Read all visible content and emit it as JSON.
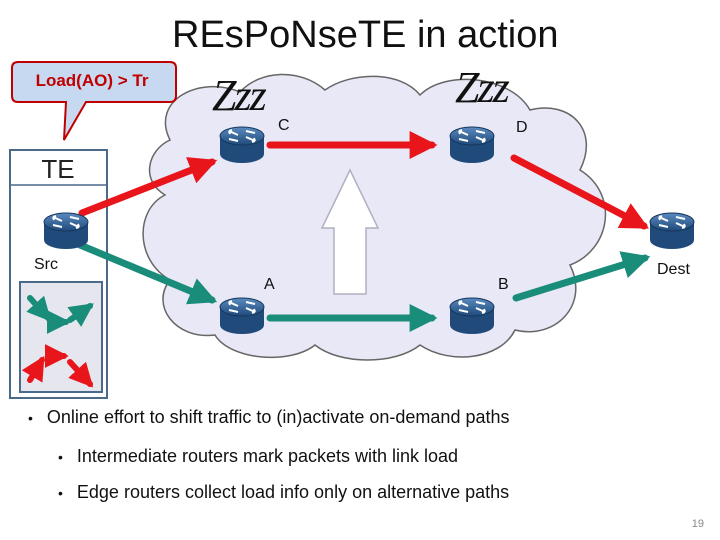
{
  "title": "REsPoNseTE in action",
  "callout": "Load(AO) > Tr",
  "te_label": "TE",
  "sleep_labels": [
    "Zzz",
    "Zzz"
  ],
  "routers": {
    "src": "Src",
    "a": "A",
    "b": "B",
    "c": "C",
    "d": "D",
    "dest": "Dest"
  },
  "bullets": [
    "Online effort to shift traffic to (in)activate on-demand paths",
    "Intermediate routers mark packets with link load",
    "Edge routers collect load info only on alternative paths"
  ],
  "bullet_symbol": "•",
  "page_number": "19",
  "colors": {
    "always_on_path": "#1a8c7a",
    "on_demand_path": "#e8151b",
    "callout_fill": "#c6d9f1",
    "callout_text": "#c00000",
    "cloud_fill": "#e8e8f6",
    "router_fill": "#2f5f95",
    "te_panel_border": "#4a6a8a"
  }
}
